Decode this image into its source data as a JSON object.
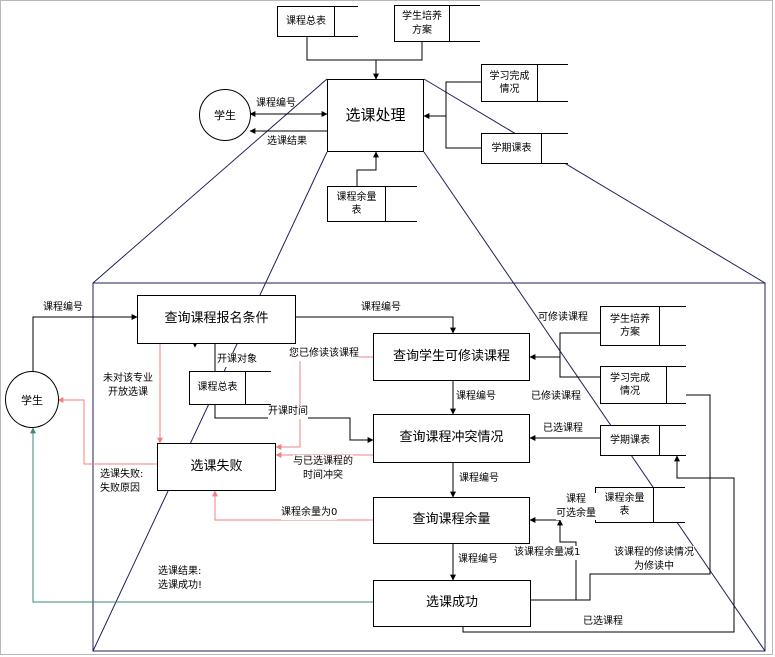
{
  "top": {
    "process": "选课处理",
    "student": "学生",
    "stores": {
      "course_list": "课程总表",
      "training_plan": [
        "学生培养",
        "方案"
      ],
      "study_status": [
        "学习完成",
        "情况"
      ],
      "semester_table": "学期课表",
      "remaining": [
        "课程余量",
        "表"
      ]
    },
    "flows": {
      "course_no": "课程编号",
      "result": "选课结果"
    }
  },
  "detail": {
    "student": "学生",
    "processes": {
      "query_conditions": "查询课程报名条件",
      "query_available": "查询学生可修读课程",
      "query_conflict": "查询课程冲突情况",
      "query_remaining": "查询课程余量",
      "fail": "选课失败",
      "success": "选课成功"
    },
    "stores": {
      "course_list": "课程总表",
      "training_plan": [
        "学生培养",
        "方案"
      ],
      "study_status": [
        "学习完成",
        "情况"
      ],
      "semester_table": "学期课表",
      "remaining": [
        "课程余量",
        "表"
      ]
    },
    "flows": {
      "course_no_in": "课程编号",
      "course_no_1": "课程编号",
      "course_no_2": "课程编号",
      "course_no_3": "课程编号",
      "course_no_4": "课程编号",
      "not_open": [
        "未对该专业",
        "开放选课"
      ],
      "open_to": "开课对象",
      "already_taken": "您已修读该课程",
      "open_time": "开课时间",
      "time_conflict": [
        "与已选课程的",
        "时间冲突"
      ],
      "remaining_zero": "课程余量为0",
      "fail_reason": [
        "选课失败:",
        "失败原因"
      ],
      "success_result": [
        "选课结果:",
        "选课成功!"
      ],
      "available_course": "可修读课程",
      "taken_course": "已修读课程",
      "selected_course_1": "已选课程",
      "remaining_course": [
        "课程",
        "可选余量"
      ],
      "remaining_minus": "该课程余量减1",
      "status_update": [
        "该课程的修读情况",
        "为修读中"
      ],
      "selected_course_2": "已选课程"
    }
  },
  "colors": {
    "line": "#000000",
    "zoom_line": "#1f1f5c",
    "fail_line": "#f08080",
    "success_line": "#3a8a7a"
  }
}
